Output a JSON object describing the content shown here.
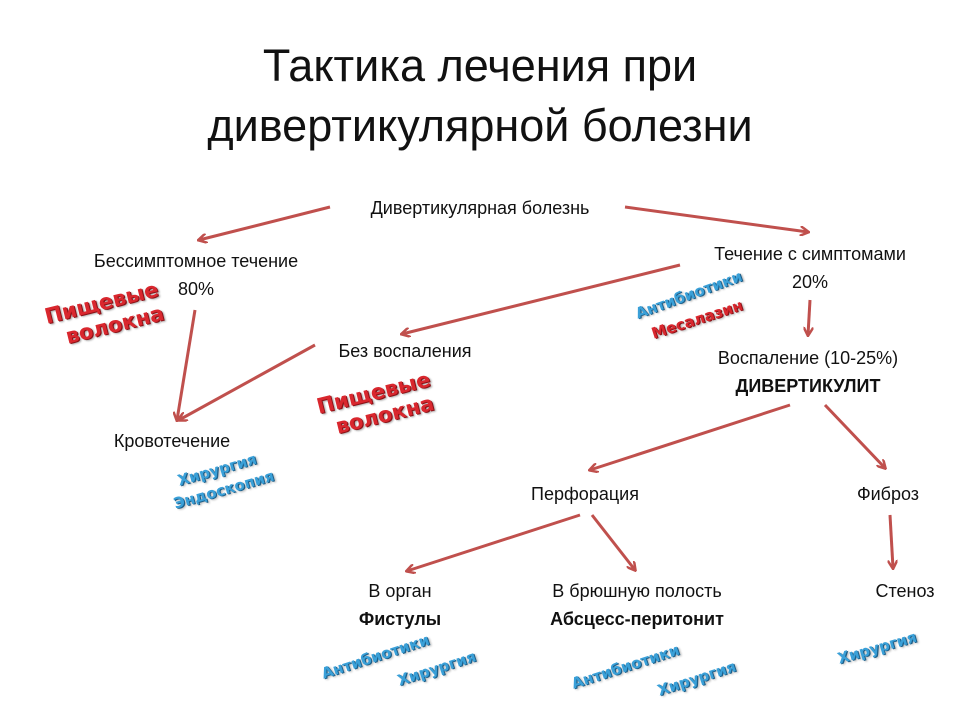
{
  "title": {
    "line1": "Тактика лечения при",
    "line2": "дивертикулярной болезни"
  },
  "nodes": {
    "root": "Дивертикулярная болезнь",
    "asymptomatic": "Бессимптомное течение",
    "asymptomatic_pct": "80%",
    "symptomatic": "Течение с симптомами",
    "symptomatic_pct": "20%",
    "no_inflammation": "Без воспаления",
    "inflammation": "Воспаление (10-25%)",
    "diverticulitis": "ДИВЕРТИКУЛИТ",
    "bleeding": "Кровотечение",
    "perforation": "Перфорация",
    "fibrosis": "Фиброз",
    "into_organ": "В орган",
    "fistulas": "Фистулы",
    "into_abdomen": "В брюшную полость",
    "abscess": "Абсцесс-перитонит",
    "stenosis": "Стеноз"
  },
  "treatments": {
    "fiber1a": "Пищевые",
    "fiber1b": "волокна",
    "fiber2a": "Пищевые",
    "fiber2b": "волокна",
    "antibiotics1": "Антибиотики",
    "mesalazine": "Месалазин",
    "surgery1": "Хирургия",
    "endoscopy": "Эндоскопия",
    "antibiotics2": "Антибиотики",
    "surgery2": "Хирургия",
    "antibiotics3": "Антибиотики",
    "surgery3": "Хирургия",
    "surgery4": "Хирургия"
  },
  "colors": {
    "arrow": "#c0504d",
    "red_text": "#d9272e",
    "blue_text": "#3aa0d8"
  }
}
